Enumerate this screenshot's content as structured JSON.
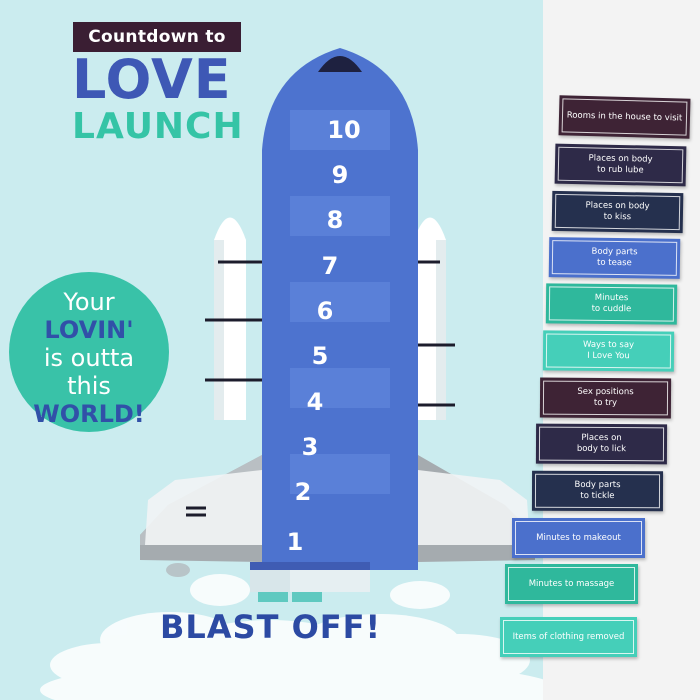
{
  "colors": {
    "poster_bg": "#cbecef",
    "title_bar": "#3a1e33",
    "love_blue": "#3e58b5",
    "launch_teal": "#35c4a6",
    "shuttle_blue": "#4d73cf",
    "shuttle_teal": "#2bb89d",
    "card_plum": "#3e2335",
    "card_navy": "#25304e",
    "card_blue": "#4b70cc",
    "card_teal": "#2fb89c",
    "card_aqua": "#45cfb9"
  },
  "poster": {
    "title_top": "Countdown to",
    "title_love": "LOVE",
    "title_launch": "LAUNCH",
    "bubble": {
      "line1": "Your",
      "line2_hl": "LOVIN'",
      "line3": "is outta",
      "line4": "this",
      "line5_hl": "WORLD!"
    },
    "countdown": [
      "10",
      "9",
      "8",
      "7",
      "6",
      "5",
      "4",
      "3",
      "2",
      "1"
    ],
    "blast_off": "BLAST OFF!"
  },
  "cards": [
    {
      "line1": "Rooms in the house to visit",
      "line2": "",
      "color": "#3e2335"
    },
    {
      "line1": "Places on body",
      "line2": "to rub lube",
      "color": "#2e2a48"
    },
    {
      "line1": "Places on body",
      "line2": "to kiss",
      "color": "#25304e"
    },
    {
      "line1": "Body parts",
      "line2": "to tease",
      "color": "#4b70cc"
    },
    {
      "line1": "Minutes",
      "line2": "to cuddle",
      "color": "#2fb89c"
    },
    {
      "line1": "Ways to say",
      "line2": "I Love You",
      "color": "#45cfb9"
    },
    {
      "line1": "Sex positions",
      "line2": "to try",
      "color": "#3e2335"
    },
    {
      "line1": "Places on",
      "line2": "body to lick",
      "color": "#2e2a48"
    },
    {
      "line1": "Body parts",
      "line2": "to tickle",
      "color": "#25304e"
    },
    {
      "line1": "Minutes to makeout",
      "line2": "",
      "color": "#4b70cc"
    },
    {
      "line1": "Minutes to massage",
      "line2": "",
      "color": "#2fb89c"
    },
    {
      "line1": "Items of clothing removed",
      "line2": "",
      "color": "#45cfb9"
    }
  ]
}
